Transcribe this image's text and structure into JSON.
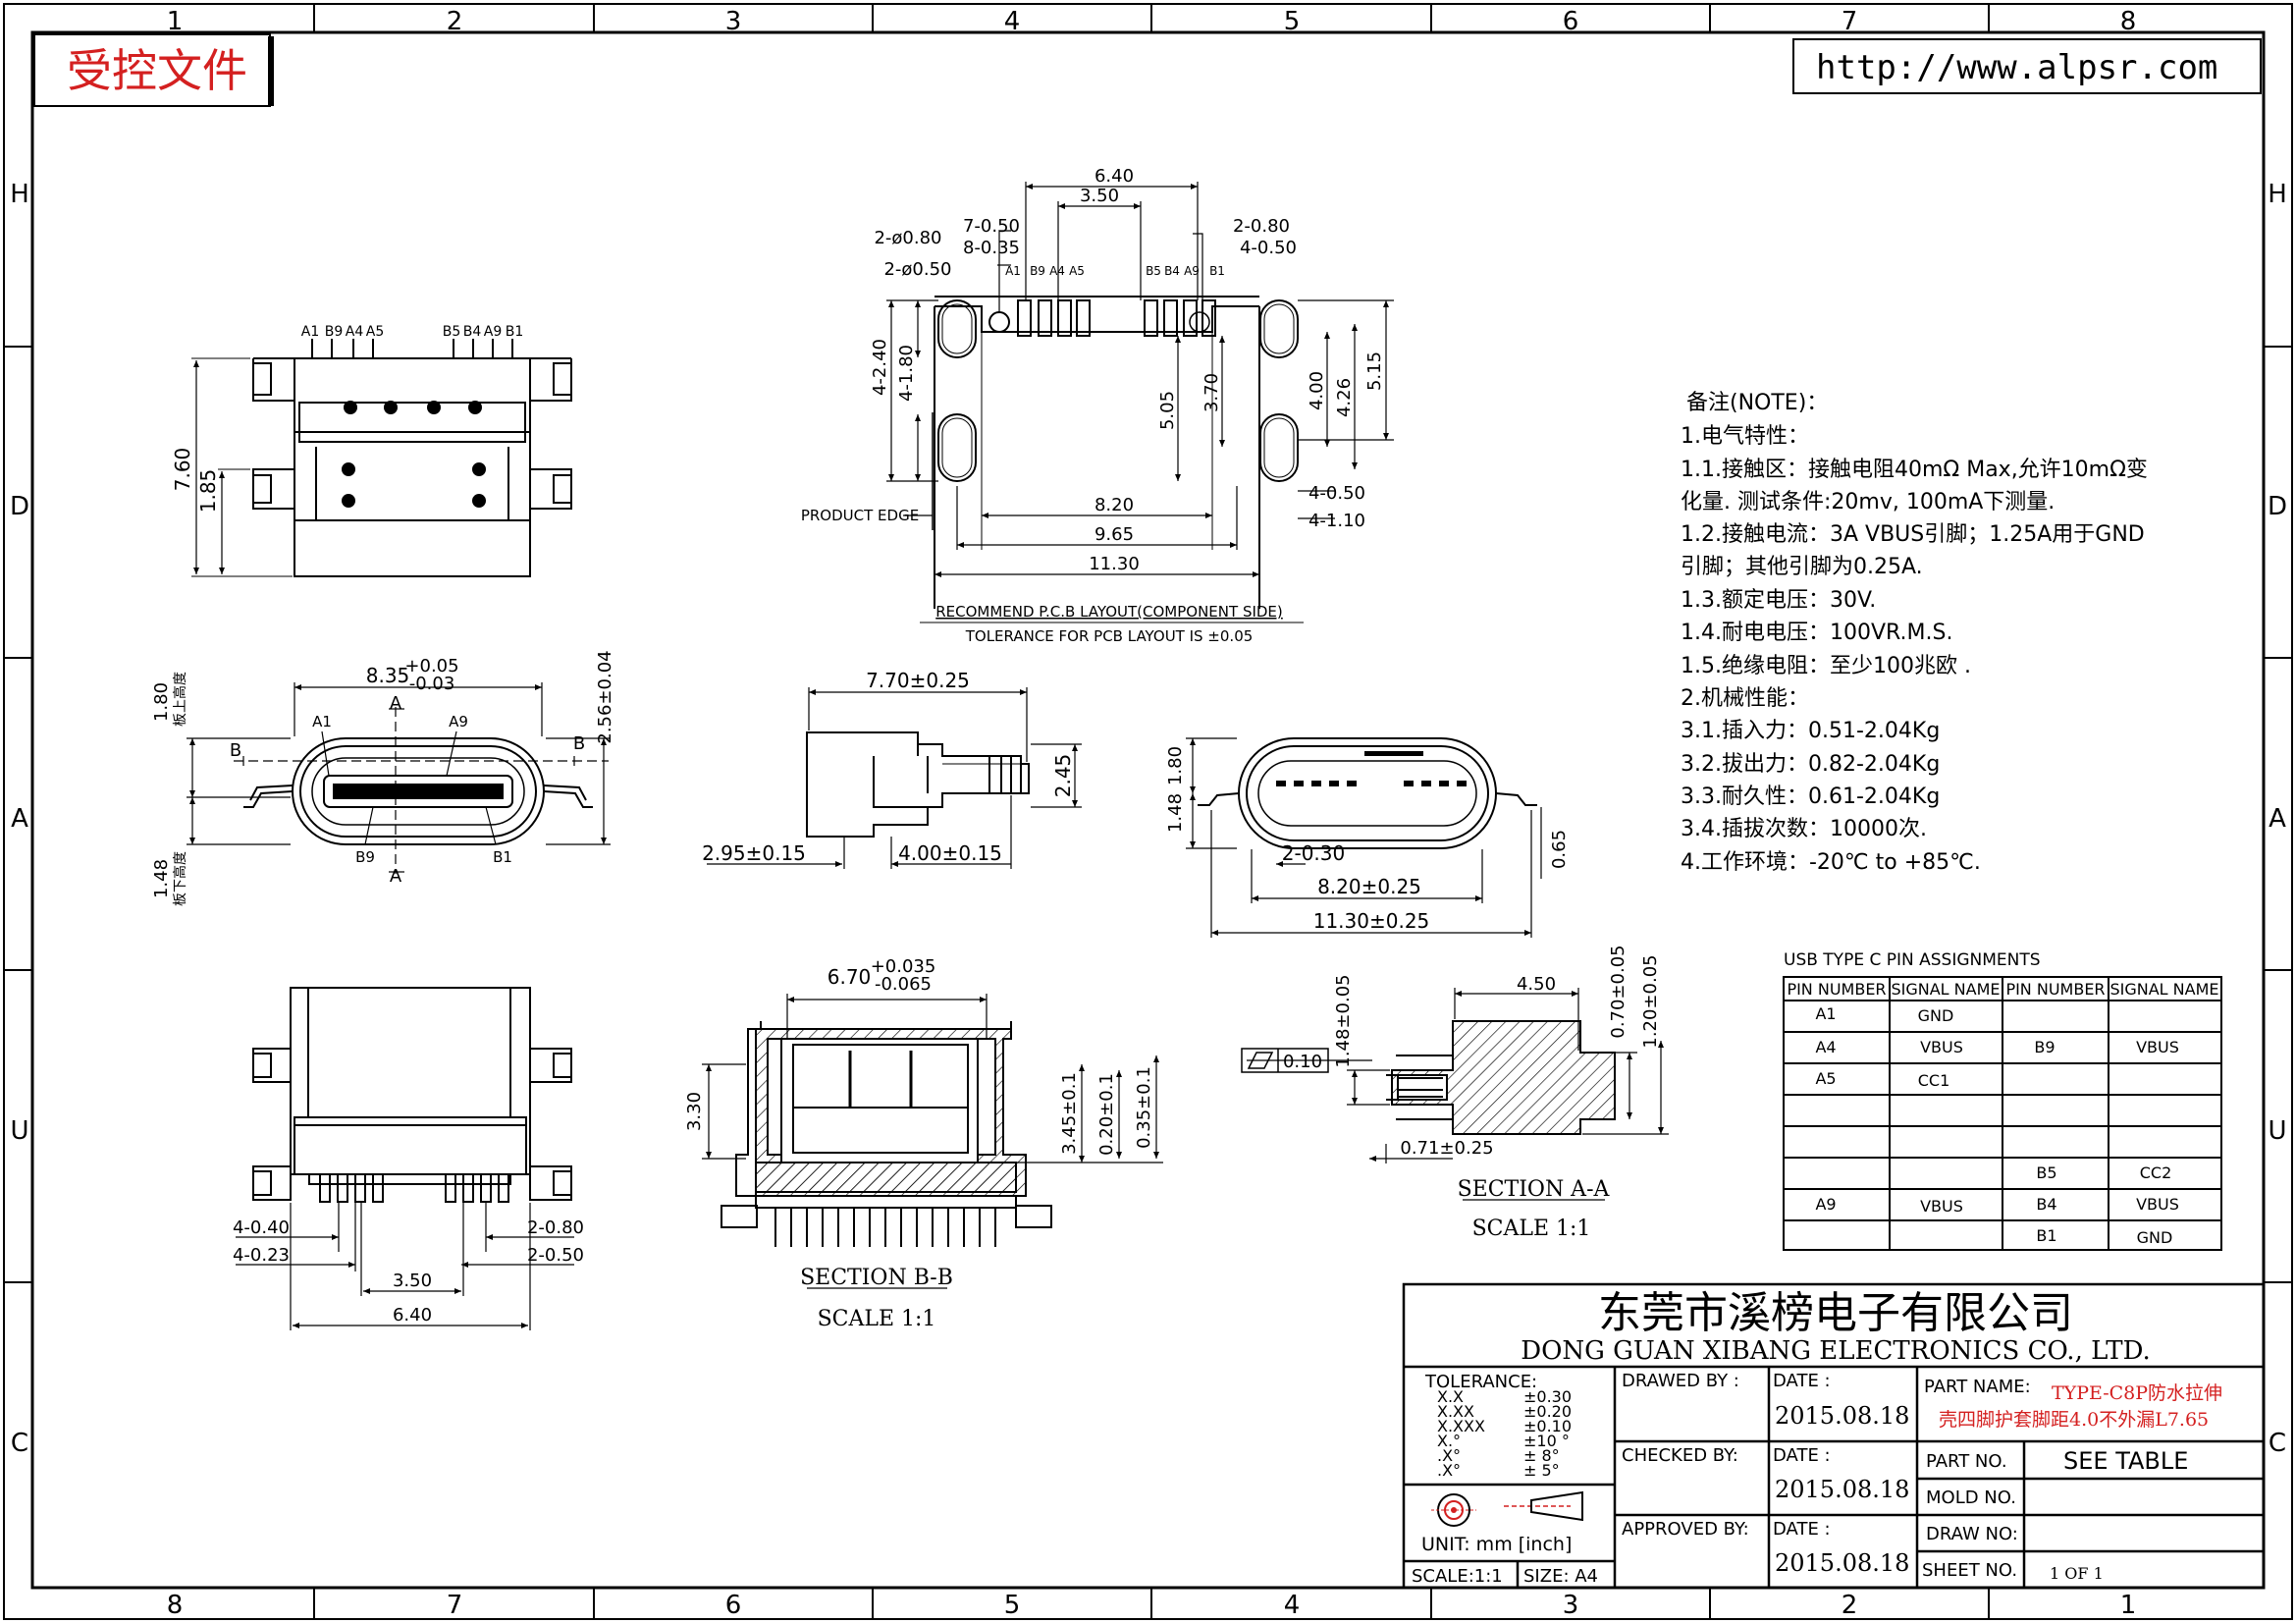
{
  "border": {
    "top_zones": [
      "1",
      "2",
      "3",
      "4",
      "5",
      "6",
      "7",
      "8"
    ],
    "bottom_zones": [
      "8",
      "7",
      "6",
      "5",
      "4",
      "3",
      "2",
      "1"
    ],
    "side_rows": [
      "H",
      "D",
      "A",
      "U",
      "C"
    ]
  },
  "stamp": "受控文件",
  "url": "http://www.alpsr.com",
  "pcb_layout": {
    "dims": [
      "6.40",
      "3.50",
      "2-ø0.80",
      "7-0.50",
      "8-0.35",
      "2-ø0.50",
      "2-0.80",
      "4-0.50",
      "5.05",
      "3.70",
      "4.00",
      "4.26",
      "5.15",
      "4-2.40",
      "4-1.80",
      "8.20",
      "9.65",
      "11.30",
      "4-0.50",
      "4-1.10"
    ],
    "pins_left": [
      "A1",
      "B9",
      "A4",
      "A5"
    ],
    "pins_right": [
      "B5",
      "B4",
      "A9",
      "B1"
    ],
    "product_edge": "PRODUCT EDGE",
    "caption": "RECOMMEND P.C.B LAYOUT(COMPONENT SIDE)",
    "tolerance": "TOLERANCE FOR PCB LAYOUT IS ±0.05"
  },
  "top_view": {
    "pins_left": [
      "A1",
      "B9",
      "A4",
      "A5"
    ],
    "pins_right": [
      "B5",
      "B4",
      "A9",
      "B1"
    ],
    "dims": [
      "7.60",
      "1.85"
    ]
  },
  "front_view": {
    "dim_width_main": "8.35",
    "dim_width_tol_plus": "+0.05",
    "dim_width_tol_minus": "-0.03",
    "dim_height": "2.56±0.04",
    "above_board": "1.80",
    "above_board_label": "板上高度",
    "below_board": "1.48",
    "below_board_label": "板下高度",
    "pin_labels": [
      "A1",
      "A9",
      "B9",
      "B1"
    ],
    "section_mark_a": "A",
    "section_mark_b": "B"
  },
  "side_view": {
    "dims": [
      "7.70±0.25",
      "2.45",
      "2.95±0.15",
      "4.00±0.15"
    ]
  },
  "front_view_2": {
    "dims": [
      "1.48",
      "1.80",
      "0.65",
      "2-0.30",
      "8.20±0.25",
      "11.30±0.25"
    ]
  },
  "bottom_view": {
    "dims": [
      "4-0.40",
      "4-0.23",
      "2-0.80",
      "2-0.50",
      "3.50",
      "6.40"
    ]
  },
  "section_b": {
    "dim_width_main": "6.70",
    "dim_width_tol_plus": "+0.035",
    "dim_width_tol_minus": "-0.065",
    "dims": [
      "3.30",
      "3.45±0.1",
      "0.20±0.1",
      "0.35±0.1"
    ],
    "title": "SECTION B-B",
    "scale": "SCALE 1:1"
  },
  "section_a": {
    "dims": [
      "4.50",
      "1.48±0.05",
      "0.70±0.05",
      "1.20±0.05",
      "0.71±0.25"
    ],
    "flatness": "0.10",
    "title": "SECTION A-A",
    "scale": "SCALE 1:1"
  },
  "notes": {
    "title": "备注(NOTE)：",
    "lines": [
      "1.电气特性：",
      "1.1.接触区：接触电阻40mΩ Max,允许10mΩ变",
      "   化量. 测试条件:20mv, 100mA下测量.",
      "1.2.接触电流：3A VBUS引脚；1.25A用于GND",
      "   引脚；其他引脚为0.25A.",
      "1.3.额定电压：30V.",
      "1.4.耐电电压：100VR.M.S.",
      "1.5.绝缘电阻：至少100兆欧 .",
      "2.机械性能：",
      "3.1.插入力：0.51-2.04Kg",
      "3.2.拔出力：0.82-2.04Kg",
      "3.3.耐久性：0.61-2.04Kg",
      "3.4.插拔次数：10000次.",
      "4.工作环境：-20℃ to +85℃."
    ]
  },
  "pin_table": {
    "title": "USB TYPE C PIN ASSIGNMENTS",
    "headers": [
      "PIN NUMBER",
      "SIGNAL NAME",
      "PIN NUMBER",
      "SIGNAL NAME"
    ],
    "rows": [
      [
        "A1",
        "GND",
        "",
        ""
      ],
      [
        "A4",
        "VBUS",
        "B9",
        "VBUS"
      ],
      [
        "A5",
        "CC1",
        "",
        ""
      ],
      [
        "",
        "",
        "",
        ""
      ],
      [
        "",
        "",
        "",
        ""
      ],
      [
        "",
        "",
        "B5",
        "CC2"
      ],
      [
        "A9",
        "VBUS",
        "B4",
        "VBUS"
      ],
      [
        "",
        "",
        "B1",
        "GND"
      ]
    ]
  },
  "title_block": {
    "company_cn": "东莞市溪榜电子有限公司",
    "company_en": "DONG GUAN XIBANG ELECTRONICS CO., LTD.",
    "tolerance_label": "TOLERANCE:",
    "tolerance_rows": [
      [
        "X.X",
        "±0.30"
      ],
      [
        "X.XX",
        "±0.20"
      ],
      [
        "X.XXX",
        "±0.10"
      ],
      [
        "X.°",
        "±10 °"
      ],
      [
        ".X°",
        "± 8°"
      ],
      [
        ".X°",
        "± 5°"
      ]
    ],
    "unit": "UNIT:  mm  [inch]",
    "scale": "SCALE:1:1",
    "size": "SIZE:  A4",
    "drawed_by": "DRAWED BY :",
    "checked_by": "CHECKED BY:",
    "approved_by": "APPROVED BY:",
    "date_label": "DATE :",
    "dates": [
      "2015.08.18",
      "2015.08.18",
      "2015.08.18"
    ],
    "part_name_label": "PART  NAME:",
    "part_name": [
      "TYPE-C8P防水拉伸",
      "壳四脚护套脚距4.0不外漏L7.65"
    ],
    "part_no_label": "PART  NO.",
    "part_no": "SEE TABLE",
    "mold_no_label": "MOLD  NO.",
    "draw_no_label": "DRAW  NO:",
    "sheet_no_label": "SHEET  NO.",
    "sheet_no": "1 OF 1",
    "accent_color": "#d42020"
  }
}
